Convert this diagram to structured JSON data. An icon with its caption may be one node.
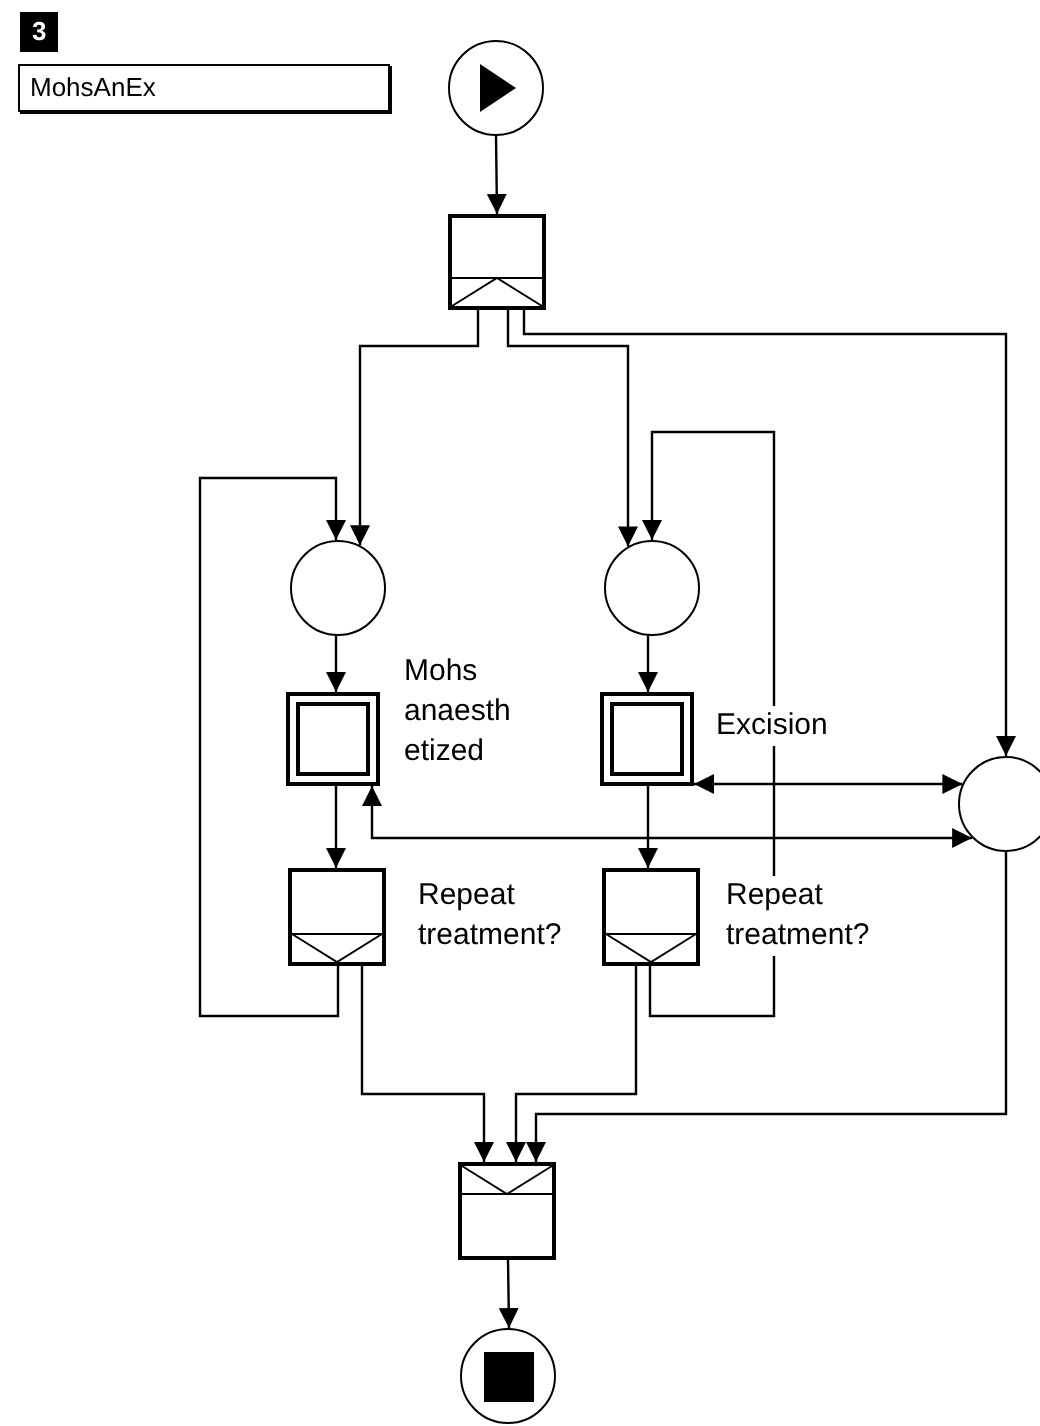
{
  "diagram": {
    "nodes": [
      {
        "text": [
          "3",
          "MohsAnEx"
        ]
      },
      {
        "text": [],
        "shape": "circle"
      },
      {
        "text": [],
        "shape": "box"
      },
      {
        "text": [],
        "shape": "circle"
      },
      {
        "text": [],
        "shape": "circle"
      },
      {
        "text": [],
        "shape": "box",
        "beside": [
          "Mohs anaesth etized"
        ]
      },
      {
        "text": [],
        "shape": "box",
        "beside": [
          "Excision"
        ]
      },
      {
        "text": [],
        "shape": "circle"
      },
      {
        "text": [],
        "shape": "box",
        "beside": [
          "Repeat treatment?"
        ]
      },
      {
        "text": [],
        "shape": "box",
        "beside": [
          "Repeat treatment?"
        ]
      },
      {
        "text": [],
        "shape": "box"
      },
      {
        "text": [],
        "shape": "circle"
      }
    ],
    "edges": [
      {
        "from": 1,
        "to": 2,
        "arrow": "to"
      },
      {
        "from": 2,
        "to": 3,
        "arrow": "to"
      },
      {
        "from": 2,
        "to": 4,
        "arrow": "to"
      },
      {
        "from": 2,
        "to": 7,
        "arrow": "to"
      },
      {
        "from": 3,
        "to": 5,
        "arrow": "to"
      },
      {
        "from": 4,
        "to": 6,
        "arrow": "to"
      },
      {
        "from": 5,
        "to": 8,
        "arrow": "to"
      },
      {
        "from": 6,
        "to": 9,
        "arrow": "to"
      },
      {
        "from": 8,
        "to": 3,
        "arrow": "to"
      },
      {
        "from": 9,
        "to": 4,
        "arrow": "to"
      },
      {
        "from": 6,
        "to": 7,
        "arrow": "both"
      },
      {
        "from": 5,
        "to": 7,
        "arrow": "both"
      },
      {
        "from": 8,
        "to": 10,
        "arrow": "to"
      },
      {
        "from": 9,
        "to": 10,
        "arrow": "to"
      },
      {
        "from": 7,
        "to": 10,
        "arrow": "to"
      },
      {
        "from": 10,
        "to": 11,
        "arrow": "to"
      }
    ]
  }
}
